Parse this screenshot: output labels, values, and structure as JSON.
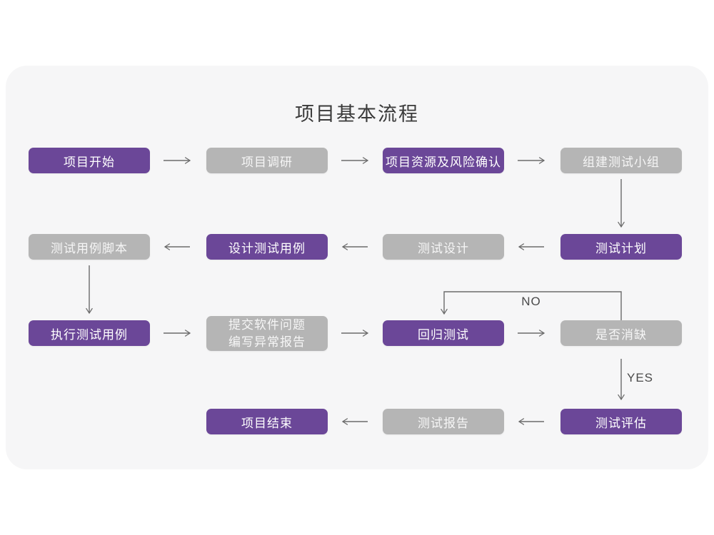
{
  "page": {
    "title": "项目基本流程"
  },
  "colors": {
    "primary": "#6b4798",
    "secondary": "#b5b5b5",
    "card_bg": "#f6f6f7",
    "arrow": "#6b6b6b"
  },
  "flow": {
    "nodes": [
      {
        "id": "project-start",
        "label": "项目开始",
        "type": "primary"
      },
      {
        "id": "project-research",
        "label": "项目调研",
        "type": "secondary"
      },
      {
        "id": "resources-risk",
        "label": "项目资源及风险确认",
        "type": "primary"
      },
      {
        "id": "build-test-team",
        "label": "组建测试小组",
        "type": "secondary"
      },
      {
        "id": "test-plan",
        "label": "测试计划",
        "type": "primary"
      },
      {
        "id": "test-design",
        "label": "测试设计",
        "type": "secondary"
      },
      {
        "id": "design-test-cases",
        "label": "设计测试用例",
        "type": "primary"
      },
      {
        "id": "test-case-scripts",
        "label": "测试用例脚本",
        "type": "secondary"
      },
      {
        "id": "execute-test-cases",
        "label": "执行测试用例",
        "type": "primary"
      },
      {
        "id": "submit-issue-report",
        "lines": [
          "提交软件问题",
          "编写异常报告"
        ],
        "type": "secondary"
      },
      {
        "id": "regression-test",
        "label": "回归测试",
        "type": "primary"
      },
      {
        "id": "defect-cleared",
        "label": "是否消缺",
        "type": "secondary"
      },
      {
        "id": "test-evaluation",
        "label": "测试评估",
        "type": "primary"
      },
      {
        "id": "test-report",
        "label": "测试报告",
        "type": "secondary"
      },
      {
        "id": "project-end",
        "label": "项目结束",
        "type": "primary"
      }
    ],
    "branch_labels": {
      "no": "NO",
      "yes": "YES"
    }
  }
}
